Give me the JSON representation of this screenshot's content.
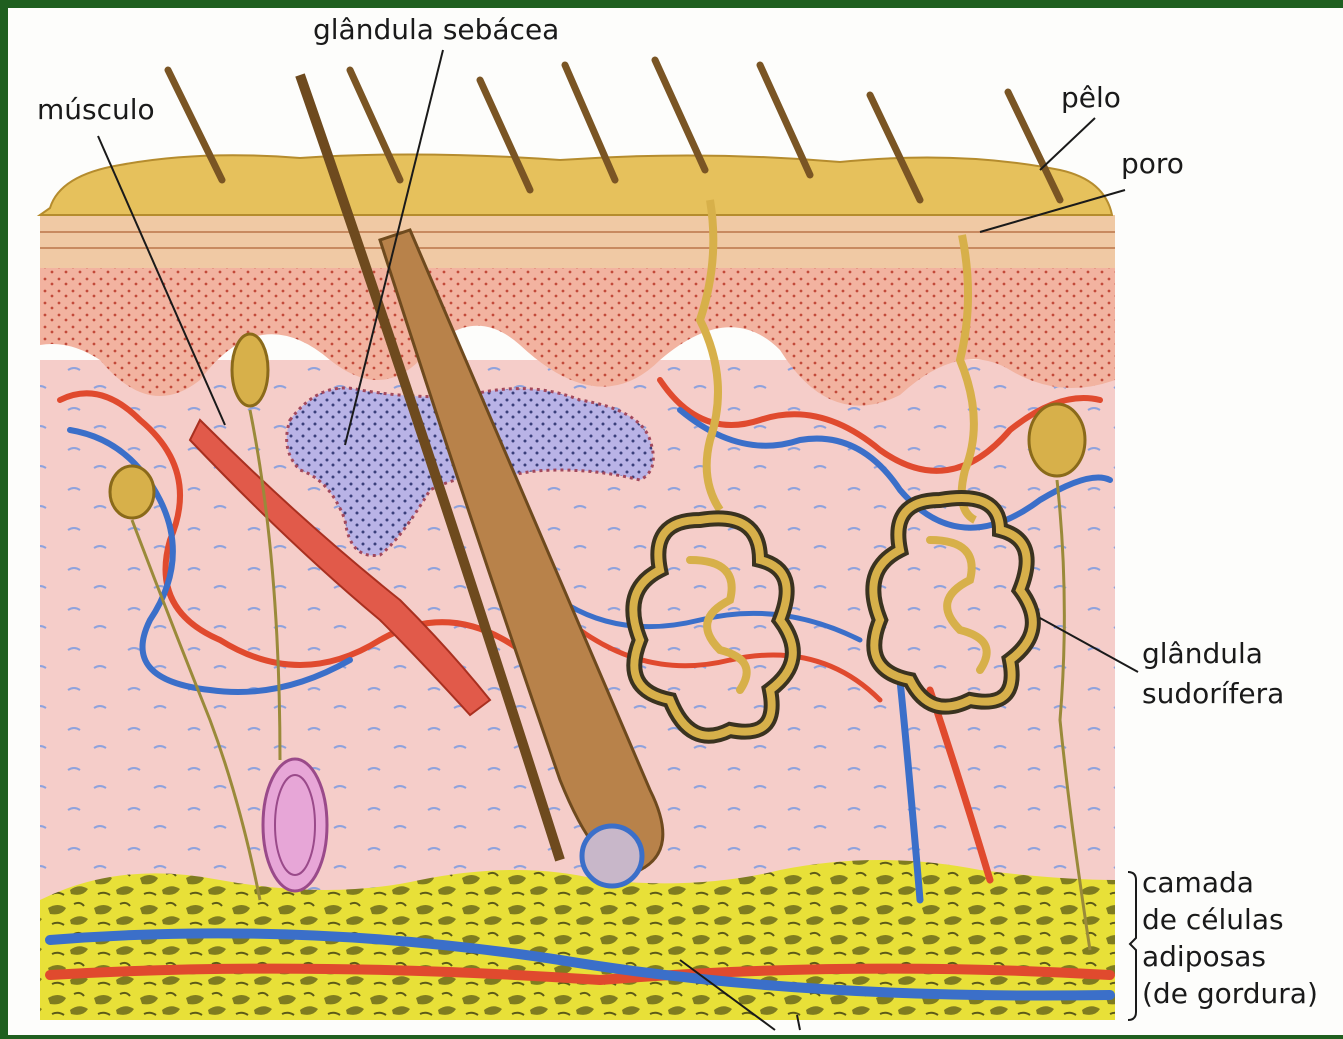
{
  "labels": {
    "glandula_sebacea": "glândula sebácea",
    "musculo": "músculo",
    "pelo": "pêlo",
    "poro": "poro",
    "glandula_sudorifera": [
      "glândula",
      "sudorífera"
    ],
    "camada_adiposa": [
      "camada",
      "de células",
      "adiposas",
      "(de gordura)"
    ]
  },
  "colors": {
    "frame_green": "#1f5f1f",
    "page_white": "#fdfdfb",
    "epidermis_top": "#e6c15c",
    "epidermis_layer": "#f0c9a4",
    "dermis_upper": "#f2b7a1",
    "dermis_lower": "#f4c9c4",
    "fat_yellow": "#e8e038",
    "artery_red": "#e04a2e",
    "vein_blue": "#3b6fc9",
    "sebaceous_lilac": "#b9b3e6",
    "hair_brown": "#7a5524",
    "gland_yellow": "#d7b04a",
    "pacinian_pink": "#e7a6d7"
  }
}
